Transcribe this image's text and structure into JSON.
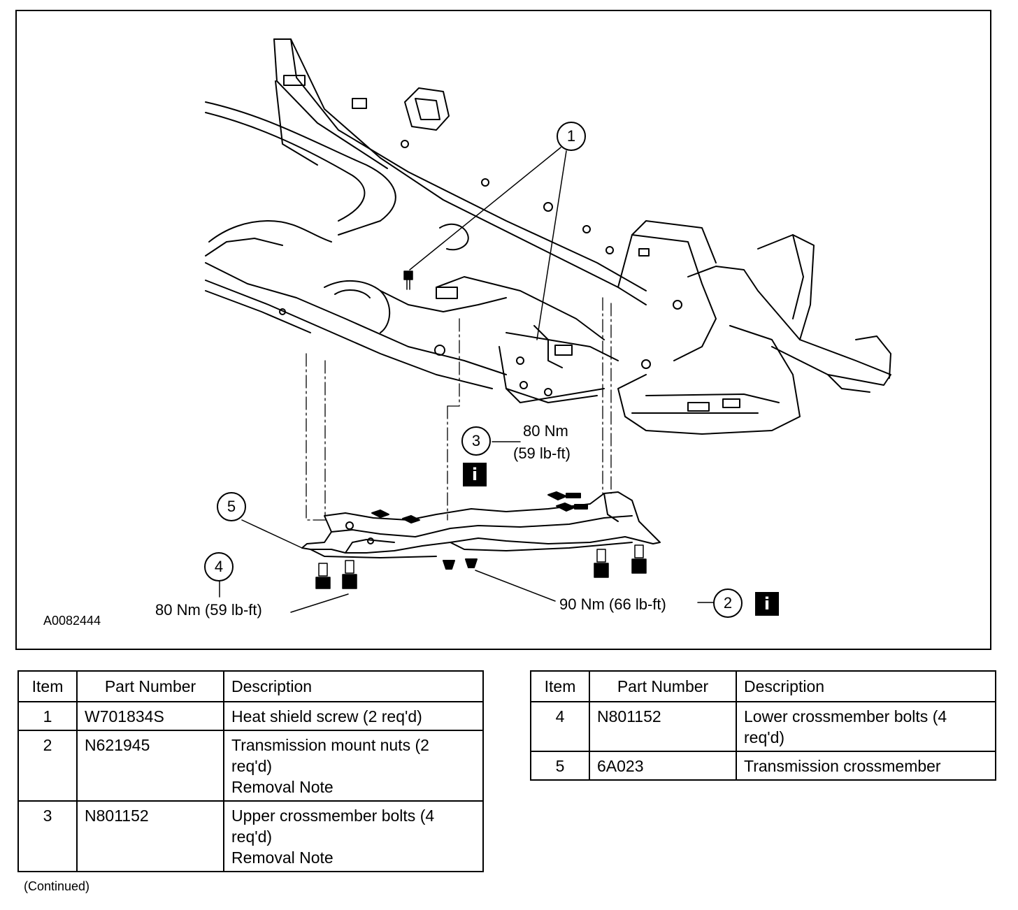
{
  "figure": {
    "illustration_id": "A0082444",
    "callouts": [
      {
        "number": "1"
      },
      {
        "number": "2",
        "torque": "90 Nm (66 lb-ft)",
        "info_icon": "i"
      },
      {
        "number": "3",
        "torque_line1": "80 Nm",
        "torque_line2": "(59 lb-ft)",
        "info_icon": "i"
      },
      {
        "number": "4",
        "torque": "80 Nm (59 lb-ft)"
      },
      {
        "number": "5"
      }
    ]
  },
  "tables": {
    "headers": {
      "item": "Item",
      "part_number": "Part Number",
      "description": "Description"
    },
    "left_rows": [
      {
        "item": "1",
        "part_number": "W701834S",
        "description": [
          "Heat shield screw (2 req'd)"
        ]
      },
      {
        "item": "2",
        "part_number": "N621945",
        "description": [
          "Transmission mount nuts (2",
          "req'd)",
          "Removal Note"
        ]
      },
      {
        "item": "3",
        "part_number": "N801152",
        "description": [
          "Upper crossmember bolts (4",
          "req'd)",
          "Removal Note"
        ]
      }
    ],
    "right_rows": [
      {
        "item": "4",
        "part_number": "N801152",
        "description": [
          "Lower crossmember bolts (4",
          "req'd)"
        ]
      },
      {
        "item": "5",
        "part_number": "6A023",
        "description": [
          "Transmission crossmember"
        ]
      }
    ]
  },
  "footer": {
    "continued": "(Continued)"
  }
}
